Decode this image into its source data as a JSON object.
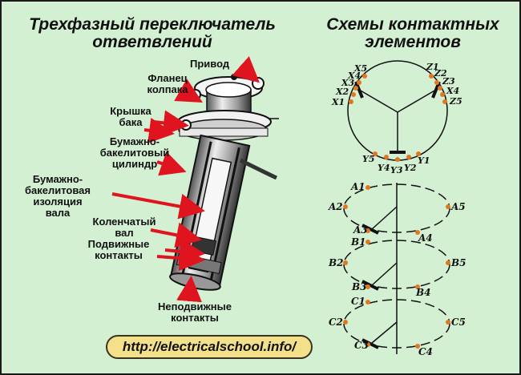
{
  "titles": {
    "left_line1": "Трехфазный переключатель",
    "left_line2": "ответвлений",
    "right_line1": "Схемы контактных",
    "right_line2": "элементов"
  },
  "labels": {
    "drive": "Привод",
    "flange_1": "Фланец",
    "flange_2": "колпака",
    "cover_1": "Крышка",
    "cover_2": "бака",
    "cyl_1": "Бумажно-",
    "cyl_2": "бакелитовый",
    "cyl_3": "цилиндр",
    "ins_1": "Бумажно-",
    "ins_2": "бакелитовая",
    "ins_3": "изоляция",
    "ins_4": "вала",
    "shaft_1": "Коленчатый",
    "shaft_2": "вал",
    "mov_1": "Подвижные",
    "mov_2": "контакты",
    "fix_1": "Неподвижные",
    "fix_2": "контакты"
  },
  "pins": {
    "X5": "X5",
    "X4": "X4",
    "X3": "X3",
    "X2": "X2",
    "X1": "X1",
    "Z1": "Z1",
    "Z2": "Z2",
    "Z3": "Z3",
    "Z4": "X4",
    "Z5": "Z5",
    "Y5": "Y5",
    "Y4": "Y4",
    "Y3": "Y3",
    "Y2": "Y2",
    "Y1": "Y1",
    "A1": "A1",
    "A2": "A2",
    "A3": "A3",
    "A4": "A4",
    "A5": "A5",
    "B1": "B1",
    "B2": "B2",
    "B3": "B3",
    "B4": "B4",
    "B5": "B5",
    "C1": "C1",
    "C2": "C2",
    "C3": "C3",
    "C4": "C4",
    "C5": "C5"
  },
  "url": "http://electricalschool.info/",
  "colors": {
    "background": "#d3f0d3",
    "arrow": "#e0141e",
    "contact": "#e07820",
    "url_bg": "#f3e08a"
  }
}
